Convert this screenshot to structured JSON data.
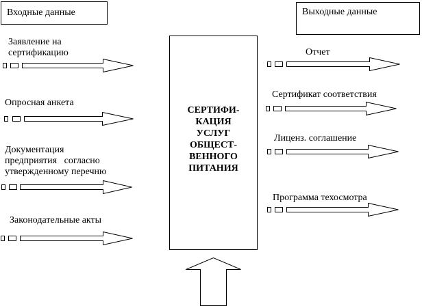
{
  "diagram": {
    "input_header": "Входные данные",
    "output_header": "Выходные данные",
    "process": "СЕРТИФИ-\nКАЦИЯ\nУСЛУГ\nОБЩЕСТ-\nВЕННОГО\nПИТАНИЯ",
    "inputs": [
      {
        "label": "Заявление на\nсертификацию"
      },
      {
        "label": "Опросная анкета"
      },
      {
        "label": "Документация\nпредприятия   согласно\nутвержденному перечню"
      },
      {
        "label": "Законодательные акты"
      }
    ],
    "outputs": [
      {
        "label": "Отчет"
      },
      {
        "label": "Сертификат соответствия"
      },
      {
        "label": "Лиценз. соглашение"
      },
      {
        "label": "Программа техосмотра"
      }
    ]
  }
}
